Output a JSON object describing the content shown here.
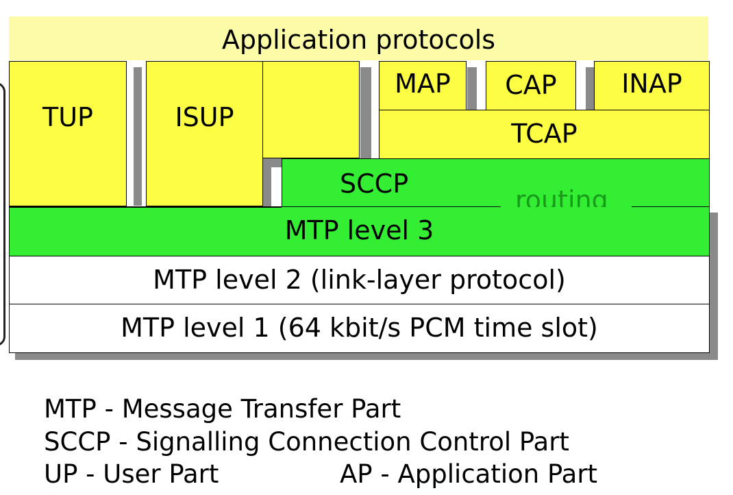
{
  "diagram": {
    "application_protocols": "Application protocols",
    "tup": "TUP",
    "isup": "ISUP",
    "map": "MAP",
    "cap": "CAP",
    "inap": "INAP",
    "tcap": "TCAP",
    "sccp": "SCCP",
    "routing": "routing",
    "mtp3": "MTP level 3",
    "mtp2": "MTP level 2 (link-layer protocol)",
    "mtp1": "MTP level 1 (64 kbit/s PCM time slot)"
  },
  "legend": {
    "line1": "MTP  -  Message Transfer Part",
    "line2": "SCCP  -  Signalling Connection Control Part",
    "line3_left": "UP  -  User Part",
    "line3_right": "AP  -  Application Part"
  },
  "colors": {
    "protocol_yellow": "#fdfd44",
    "application_band": "#fbfba8",
    "network_green": "#33ee33",
    "routing_text": "#1a9a1a"
  }
}
